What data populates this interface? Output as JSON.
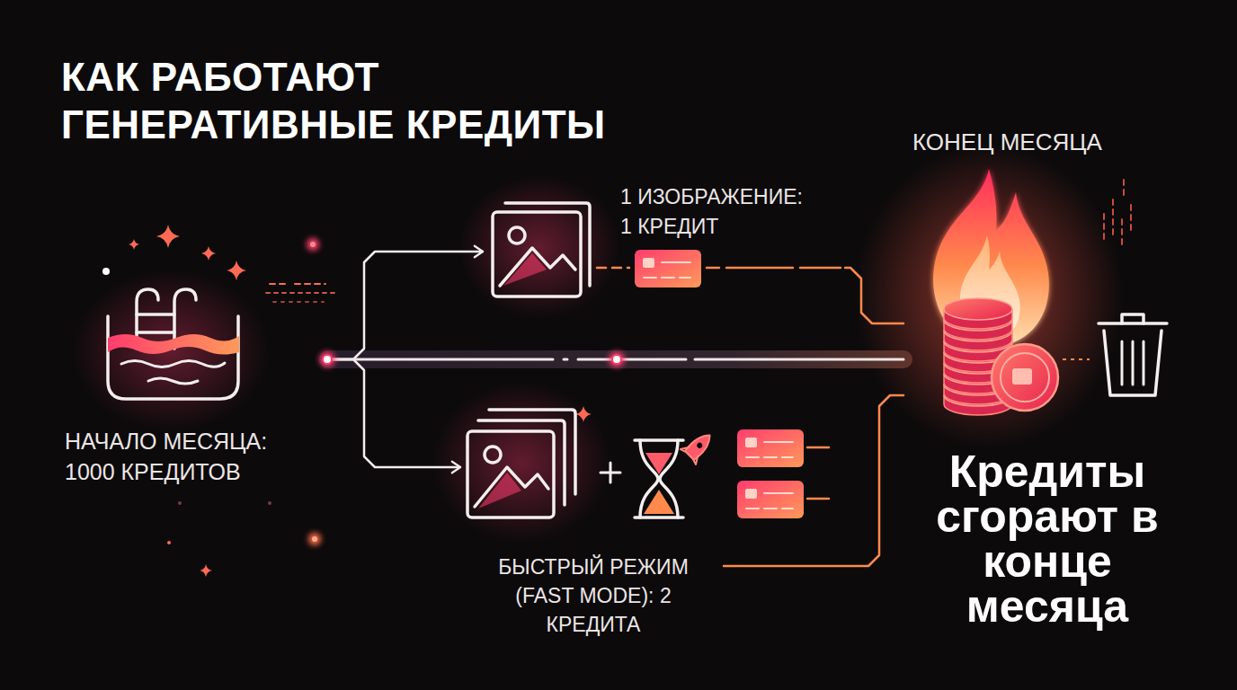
{
  "diagram": {
    "title": "КАК РАБОТАЮТ ГЕНЕРАТИВНЫЕ КРЕДИТЫ",
    "nodes": [
      {
        "text": [
          "НАЧАЛО МЕСЯЦА: 1000 КРЕДИТОВ"
        ]
      },
      {
        "text": [
          "1 ИЗОБРАЖЕНИЕ: 1 КРЕДИТ"
        ]
      },
      {
        "text": [
          "БЫСТРЫЙ РЕЖИМ (FAST MODE): 2 КРЕДИТА"
        ]
      },
      {
        "text": [
          "КОНЕЦ МЕСЯЦА",
          "Кредиты сгорают в конце месяца"
        ]
      }
    ],
    "edges": [
      {
        "from": 0,
        "to": 1,
        "arrow": "to"
      },
      {
        "from": 0,
        "to": 2,
        "arrow": "to"
      },
      {
        "from": 1,
        "to": 3,
        "arrow": "none"
      },
      {
        "from": 2,
        "to": 3,
        "arrow": "none"
      },
      {
        "from": 0,
        "to": 3,
        "arrow": "none"
      }
    ]
  }
}
